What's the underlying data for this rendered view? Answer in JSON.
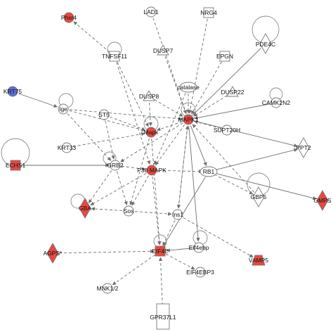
{
  "network": {
    "colors": {
      "up": "#e8483f",
      "down": "#5b6fd8",
      "neutral": "#ffffff",
      "edge": "#6e6e6e"
    },
    "nodes": [
      {
        "id": "Phxr4",
        "label": "Phxr4",
        "shape": "circle",
        "status": "up"
      },
      {
        "id": "LAD1",
        "label": "LAD1",
        "shape": "circle",
        "status": "neutral"
      },
      {
        "id": "NRG4",
        "label": "NRG4",
        "shape": "square",
        "status": "neutral"
      },
      {
        "id": "PDE4C",
        "label": "PDE4C",
        "shape": "diamond",
        "status": "neutral",
        "self_loop": true
      },
      {
        "id": "TNFSF11",
        "label": "TNFSF11",
        "shape": "square",
        "status": "neutral",
        "self_loop": true
      },
      {
        "id": "DUSP7",
        "label": "DUSP7",
        "shape": "triangle",
        "status": "neutral"
      },
      {
        "id": "EPGN",
        "label": "EPGN",
        "shape": "square",
        "status": "neutral"
      },
      {
        "id": "KRT75",
        "label": "KRT75",
        "shape": "circle",
        "status": "down"
      },
      {
        "id": "catalase",
        "label": "catalase",
        "shape": "ellipse",
        "status": "neutral"
      },
      {
        "id": "DUSP8",
        "label": "DUSP8",
        "shape": "triangle",
        "status": "neutral"
      },
      {
        "id": "DUSP22",
        "label": "DUSP22",
        "shape": "triangle",
        "status": "neutral"
      },
      {
        "id": "Ige",
        "label": "Ige",
        "shape": "circle",
        "status": "neutral",
        "self_loop": true
      },
      {
        "id": "CAMK2N2",
        "label": "CAMK2N2",
        "shape": "circle",
        "status": "neutral",
        "self_loop": true
      },
      {
        "id": "ST5",
        "label": "ST5",
        "shape": "circle",
        "status": "neutral"
      },
      {
        "id": "MAPK1",
        "label": "MAPK1",
        "shape": "circle",
        "status": "up",
        "self_loop": true
      },
      {
        "id": "Mapk",
        "label": "Mapk",
        "shape": "circle",
        "status": "up",
        "self_loop": true
      },
      {
        "id": "SUPT20H",
        "label": "SUPT20H",
        "shape": "circle",
        "status": "neutral"
      },
      {
        "id": "KRT33",
        "label": "KRT33",
        "shape": "circle",
        "status": "neutral"
      },
      {
        "id": "PPT2",
        "label": "PPT2",
        "shape": "diamond",
        "status": "neutral"
      },
      {
        "id": "ECHS1",
        "label": "ECHS1",
        "shape": "square",
        "status": "up",
        "self_loop": true
      },
      {
        "id": "GRB2",
        "label": "GRB2",
        "shape": "circle",
        "status": "neutral",
        "self_loop": true
      },
      {
        "id": "P38MAPK",
        "label": "P38 MAPK",
        "shape": "circle",
        "status": "up"
      },
      {
        "id": "RB1",
        "label": "RB1",
        "shape": "ellipse",
        "status": "neutral"
      },
      {
        "id": "GBP5",
        "label": "GBP5",
        "shape": "diamond",
        "status": "neutral",
        "self_loop": true
      },
      {
        "id": "GMPS",
        "label": "GMPS",
        "shape": "diamond",
        "status": "up"
      },
      {
        "id": "GBA",
        "label": "GBA",
        "shape": "diamond",
        "status": "up",
        "self_loop": true
      },
      {
        "id": "Sos",
        "label": "Sos",
        "shape": "circle",
        "status": "neutral"
      },
      {
        "id": "Ins1",
        "label": "Ins1",
        "shape": "circle",
        "status": "neutral"
      },
      {
        "id": "Eif4ebp",
        "label": "Eif4ebp",
        "shape": "circle",
        "status": "neutral",
        "self_loop": true
      },
      {
        "id": "AGPS",
        "label": "AGPS*",
        "shape": "diamond",
        "status": "up"
      },
      {
        "id": "EIF4E",
        "label": "EIF4E",
        "shape": "square",
        "status": "up",
        "self_loop": true
      },
      {
        "id": "EIF4EBP3",
        "label": "EIF4EBP3",
        "shape": "circle",
        "status": "neutral"
      },
      {
        "id": "VAMP5",
        "label": "VAMP5",
        "shape": "trapezoid",
        "status": "up"
      },
      {
        "id": "MNK12",
        "label": "MNK1/2",
        "shape": "circle",
        "status": "neutral"
      },
      {
        "id": "GPR37L1",
        "label": "GPR37L1",
        "shape": "rectangle",
        "status": "neutral"
      }
    ],
    "edges": [
      [
        "LAD1",
        "MAPK1",
        "dash"
      ],
      [
        "NRG4",
        "MAPK1",
        "dash"
      ],
      [
        "PDE4C",
        "MAPK1",
        "solid"
      ],
      [
        "TNFSF11",
        "Phxr4",
        "dash"
      ],
      [
        "TNFSF11",
        "Mapk",
        "dash"
      ],
      [
        "TNFSF11",
        "P38MAPK",
        "dash"
      ],
      [
        "DUSP7",
        "MAPK1",
        "dash"
      ],
      [
        "EPGN",
        "MAPK1",
        "dash"
      ],
      [
        "KRT75",
        "Ige",
        "solid"
      ],
      [
        "catalase",
        "MAPK1",
        "dash"
      ],
      [
        "catalase",
        "P38MAPK",
        "dash"
      ],
      [
        "DUSP8",
        "MAPK1",
        "dash"
      ],
      [
        "DUSP8",
        "Mapk",
        "dash"
      ],
      [
        "DUSP22",
        "MAPK1",
        "dash"
      ],
      [
        "Ige",
        "MAPK1",
        "dash"
      ],
      [
        "Ige",
        "Mapk",
        "dash"
      ],
      [
        "Ige",
        "GRB2",
        "dash"
      ],
      [
        "CAMK2N2",
        "MAPK1",
        "solid"
      ],
      [
        "ST5",
        "Mapk",
        "dash"
      ],
      [
        "ST5",
        "GRB2",
        "dash"
      ],
      [
        "Mapk",
        "Sos",
        "dash"
      ],
      [
        "SUPT20H",
        "MAPK1",
        "dash"
      ],
      [
        "KRT33",
        "Mapk",
        "dash"
      ],
      [
        "MAPK1",
        "PPT2",
        "solid"
      ],
      [
        "MAPK1",
        "RB1",
        "solid"
      ],
      [
        "MAPK1",
        "GRB2",
        "dash"
      ],
      [
        "MAPK1",
        "Mapk",
        "dash"
      ],
      [
        "MAPK1",
        "P38MAPK",
        "dash"
      ],
      [
        "MAPK1",
        "Ins1",
        "dash"
      ],
      [
        "MAPK1",
        "Eif4ebp",
        "solid"
      ],
      [
        "ECHS1",
        "GRB2",
        "solid"
      ],
      [
        "GRB2",
        "Sos",
        "dash"
      ],
      [
        "GRB2",
        "GBA",
        "dash"
      ],
      [
        "GRB2",
        "P38MAPK",
        "dash"
      ],
      [
        "P38MAPK",
        "RB1",
        "dash"
      ],
      [
        "P38MAPK",
        "EIF4E",
        "dash"
      ],
      [
        "P38MAPK",
        "GBA",
        "dash"
      ],
      [
        "P38MAPK",
        "Sos",
        "dash"
      ],
      [
        "RB1",
        "GMPS",
        "solid"
      ],
      [
        "RB1",
        "GBP5",
        "dash"
      ],
      [
        "RB1",
        "PPT2",
        "solid"
      ],
      [
        "GBP5",
        "MAPK1",
        "dash"
      ],
      [
        "Sos",
        "GBA",
        "dash"
      ],
      [
        "Sos",
        "Ins1",
        "dash"
      ],
      [
        "Ins1",
        "EIF4E",
        "dash"
      ],
      [
        "Ins1",
        "MAPK1",
        "dash"
      ],
      [
        "Ins1",
        "VAMP5",
        "dash"
      ],
      [
        "Eif4ebp",
        "EIF4E",
        "solid"
      ],
      [
        "RB1",
        "EIF4E",
        "solid"
      ],
      [
        "EIF4E",
        "EIF4EBP3",
        "dash"
      ],
      [
        "EIF4E",
        "MNK12",
        "dash"
      ],
      [
        "GPR37L1",
        "EIF4E",
        "dash"
      ],
      [
        "Mapk",
        "EIF4E",
        "dash"
      ],
      [
        "AGPS",
        "EIF4E",
        "dash"
      ]
    ]
  }
}
